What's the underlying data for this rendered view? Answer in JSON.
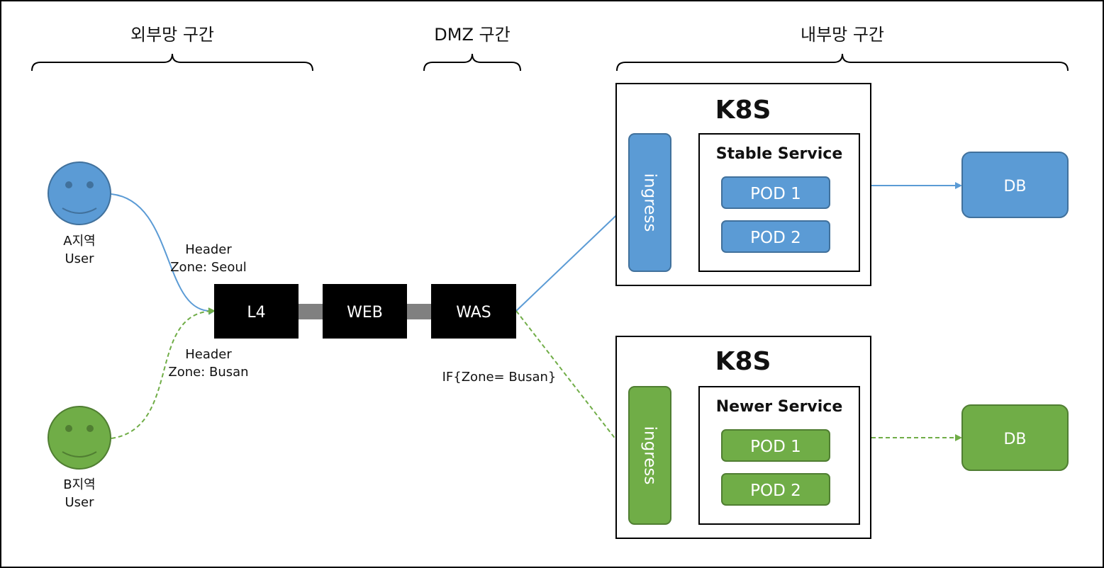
{
  "zones": {
    "external": "외부망 구간",
    "dmz": "DMZ 구간",
    "internal": "내부망 구간"
  },
  "users": {
    "a": {
      "line1": "A지역",
      "line2": "User",
      "color": "#5b9bd5"
    },
    "b": {
      "line1": "B지역",
      "line2": "User",
      "color": "#70ad47"
    }
  },
  "headers": {
    "seoul": {
      "line1": "Header",
      "line2": "Zone: Seoul"
    },
    "busan": {
      "line1": "Header",
      "line2": "Zone: Busan"
    }
  },
  "chain": {
    "l4": "L4",
    "web": "WEB",
    "was": "WAS"
  },
  "condition": "IF{Zone= Busan}",
  "clusters": {
    "stable": {
      "title": "K8S",
      "ingress": "ingress",
      "service": "Stable Service",
      "pods": [
        "POD 1",
        "POD 2"
      ],
      "db": "DB",
      "color": "#5b9bd5",
      "border": "#41719c"
    },
    "newer": {
      "title": "K8S",
      "ingress": "ingress",
      "service": "Newer Service",
      "pods": [
        "POD 1",
        "POD 2"
      ],
      "db": "DB",
      "color": "#70ad47",
      "border": "#507e32"
    }
  }
}
